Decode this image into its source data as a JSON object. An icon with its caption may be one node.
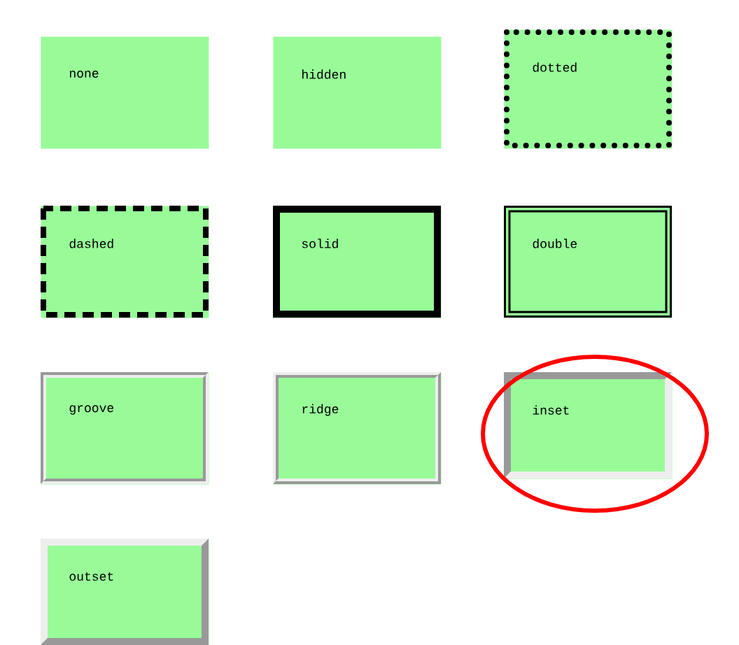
{
  "diagram": {
    "nodes": [
      {
        "text": [
          "none"
        ]
      },
      {
        "text": [
          "hidden"
        ]
      },
      {
        "text": [
          "dotted"
        ]
      },
      {
        "text": [
          "dashed"
        ]
      },
      {
        "text": [
          "solid"
        ]
      },
      {
        "text": [
          "double"
        ]
      },
      {
        "text": [
          "groove"
        ]
      },
      {
        "text": [
          "ridge"
        ]
      },
      {
        "text": [
          "inset"
        ]
      },
      {
        "text": [
          "outset"
        ]
      }
    ]
  }
}
